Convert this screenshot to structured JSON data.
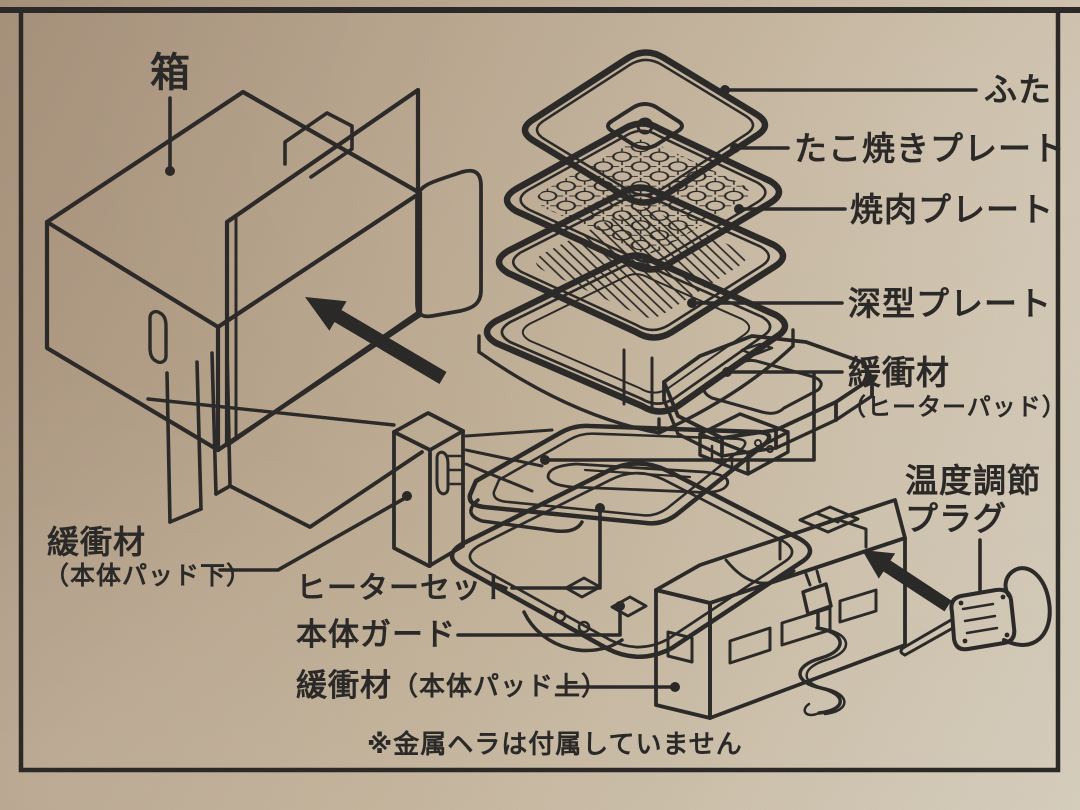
{
  "diagram": {
    "type": "packaging-exploded-view",
    "note": "※金属ヘラは付属していません",
    "parts": {
      "box": "箱",
      "lid": "ふた",
      "takoyaki_plate": "たこ焼きプレート",
      "grill_plate": "焼肉プレート",
      "deep_plate": "深型プレート",
      "cushion_heater_pad": {
        "line1": "緩衝材",
        "line2": "（ヒーターパッド）"
      },
      "temperature_plug": {
        "line1": "温度調節",
        "line2": "プラグ"
      },
      "cushion_body_pad_bottom": {
        "line1": "緩衝材",
        "line2": "（本体パッド下）"
      },
      "heater_set": "ヒーターセット",
      "body_guard": "本体ガード",
      "cushion_body_pad_top": {
        "line1": "緩衝材",
        "line2": "（本体パッド上）"
      }
    },
    "colors": {
      "ink": "#232323",
      "cardboard": "#c2b198",
      "cardboard_dark": "#a5907a",
      "cardboard_light": "#d8d0c0"
    }
  }
}
